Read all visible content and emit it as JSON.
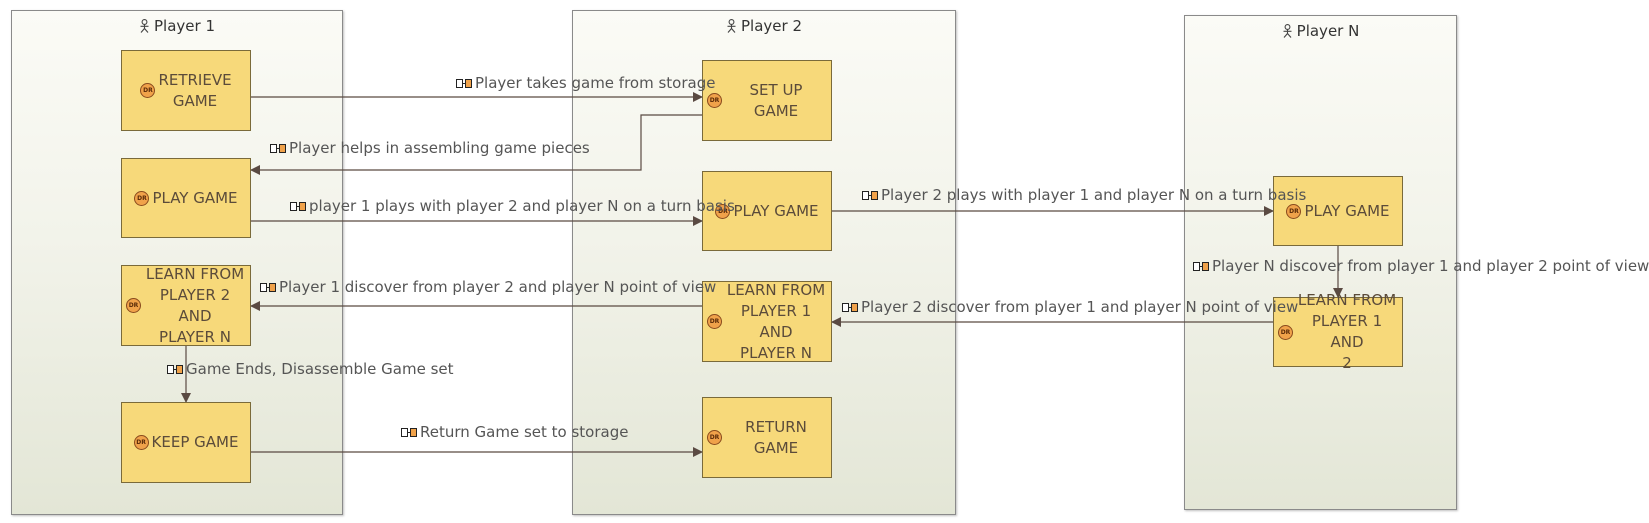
{
  "lanes": {
    "p1": {
      "title": "Player 1"
    },
    "p2": {
      "title": "Player 2"
    },
    "pn": {
      "title": "Player N"
    }
  },
  "activities": {
    "retrieve": "RETRIEVE\nGAME",
    "play1": "PLAY GAME",
    "learn1": "LEARN FROM\nPLAYER 2 AND\nPLAYER N",
    "keep": "KEEP GAME",
    "setup": "SET UP GAME",
    "play2": "PLAY GAME",
    "learn2": "LEARN FROM\nPLAYER 1 AND\nPLAYER N",
    "return": "RETURN GAME",
    "playn": "PLAY GAME",
    "learnn": "LEARN FROM\nPLAYER 1 AND\n2"
  },
  "badge_text": "DR",
  "flows": {
    "f1": "Player takes game from storage",
    "f2": "Player helps in assembling game pieces",
    "f3": "player 1 plays with player 2 and player N on a turn basis",
    "f4": "Player 1 discover from player 2 and player N point of view",
    "f5": "Game Ends, Disassemble Game set",
    "f6": "Return Game set to storage",
    "f7": "Player 2 plays with player 1 and player N on a turn basis",
    "f8": "Player 2 discover from player 1 and player N point of view",
    "f9": "Player N discover from player 1 and player 2 point of view"
  },
  "colors": {
    "activity_fill": "#f7d97a",
    "connector": "#5a4a42"
  }
}
